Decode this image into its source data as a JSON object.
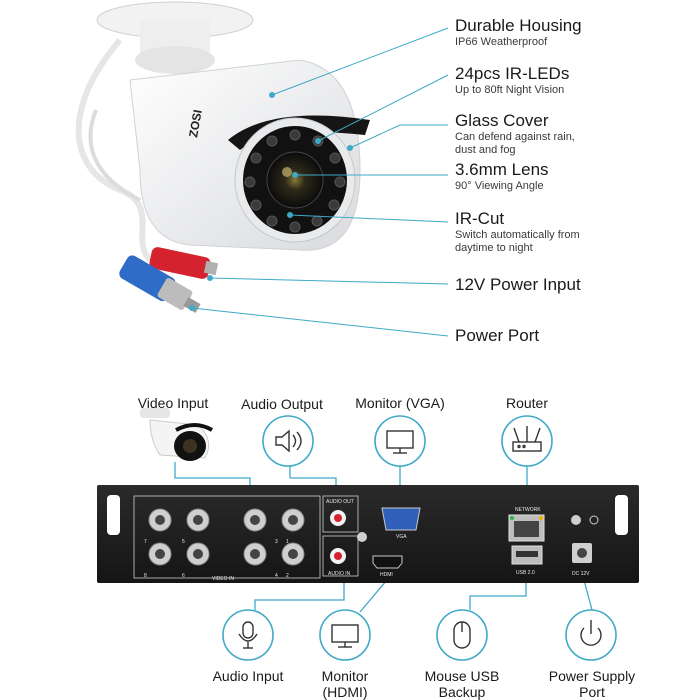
{
  "features": [
    {
      "title": "Durable Housing",
      "subtitle": "IP66 Weatherproof"
    },
    {
      "title": "24pcs IR-LEDs",
      "subtitle": "Up to 80ft Night Vision"
    },
    {
      "title": "Glass Cover",
      "subtitle": "Can defend against rain, dust and fog"
    },
    {
      "title": "3.6mm Lens",
      "subtitle": "90° Viewing Angle"
    },
    {
      "title": "IR-Cut",
      "subtitle": "Switch automatically from daytime to night"
    },
    {
      "title": "12V Power Input",
      "subtitle": ""
    },
    {
      "title": "Power Port",
      "subtitle": ""
    }
  ],
  "camera_brand": "ZOSI",
  "top_connections": [
    {
      "label": "Video Input",
      "icon": "camera-icon"
    },
    {
      "label": "Audio Output",
      "icon": "speaker-icon"
    },
    {
      "label": "Monitor (VGA)",
      "icon": "monitor-icon"
    },
    {
      "label": "Router",
      "icon": "router-icon"
    }
  ],
  "bottom_connections": [
    {
      "label": "Audio Input",
      "icon": "microphone-icon"
    },
    {
      "label": "Monitor (HDMI)",
      "icon": "monitor-icon"
    },
    {
      "label": "Mouse USB Backup",
      "icon": "mouse-icon"
    },
    {
      "label": "Power Supply Port",
      "icon": "power-icon"
    }
  ],
  "panel_labels": {
    "video_in": "VIDEO IN",
    "audio_out": "AUDIO OUT",
    "audio_in": "AUDIO IN",
    "vga": "VGA",
    "hdmi": "HDMI",
    "network": "NETWORK",
    "usb": "USB 2.0",
    "dc": "DC 12V",
    "ch_top": [
      "7",
      "5",
      "3",
      "1"
    ],
    "ch_bottom": [
      "8",
      "6",
      "4",
      "2"
    ]
  },
  "colors": {
    "accent": "#3fa9c8",
    "panel": "#1e1e1e",
    "line": "#3fa9c8"
  }
}
